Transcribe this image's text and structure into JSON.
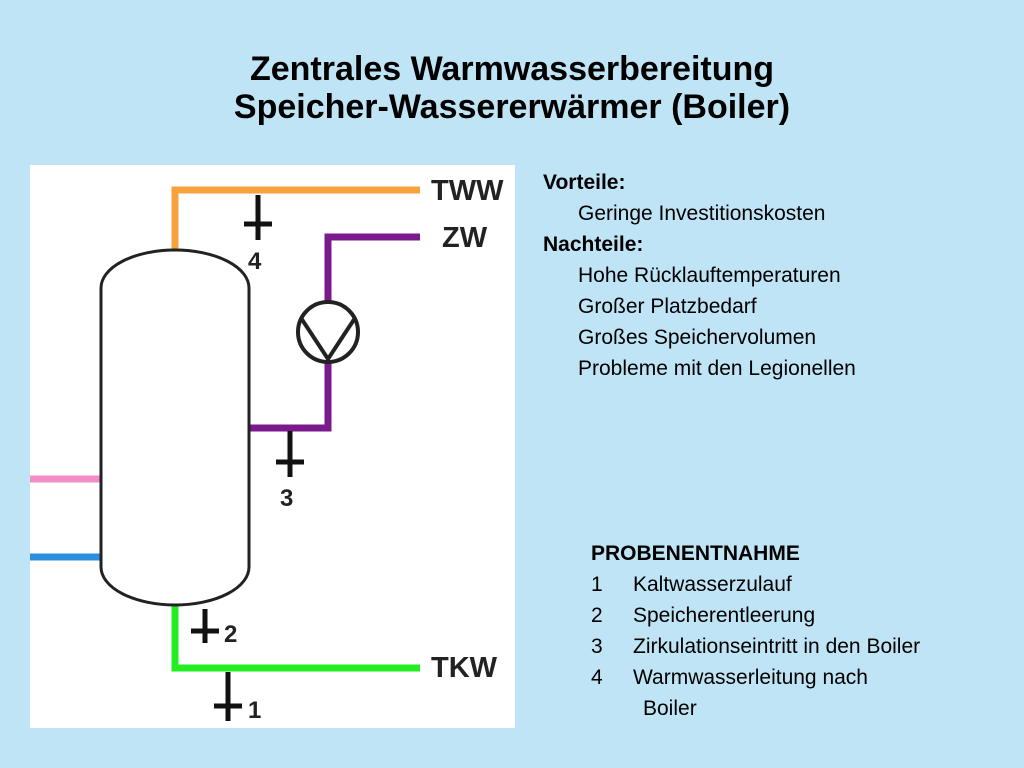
{
  "title": {
    "line1": "Zentrales Warmwasserbereitung",
    "line2": "Speicher-Wassererwärmer (Boiler)"
  },
  "diagram": {
    "pipe_labels": {
      "hot_water": "TWW",
      "circulation": "ZW",
      "cold_water": "TKW"
    },
    "point_labels": [
      "1",
      "2",
      "3",
      "4"
    ],
    "colors": {
      "hot_water": "#f7a23b",
      "circulation": "#7a1a8c",
      "cold_water": "#22ee22",
      "heating_flow": "#f48cc8",
      "heating_return": "#2d8ee0"
    }
  },
  "pros_cons": {
    "pros_heading": "Vorteile:",
    "pros": [
      "Geringe Investitionskosten"
    ],
    "cons_heading": "Nachteile:",
    "cons": [
      "Hohe Rücklauftemperaturen",
      "Großer Platzbedarf",
      "Großes Speichervolumen",
      "Probleme mit den Legionellen"
    ]
  },
  "sampling": {
    "heading": "PROBENENTNAHME",
    "items": [
      {
        "num": "1",
        "text": "Kaltwasserzulauf"
      },
      {
        "num": "2",
        "text": "Speicherentleerung"
      },
      {
        "num": "3",
        "text": "Zirkulationseintritt in den Boiler"
      },
      {
        "num": "4",
        "text": "Warmwasserleitung nach"
      }
    ],
    "item4_continuation": "Boiler"
  }
}
